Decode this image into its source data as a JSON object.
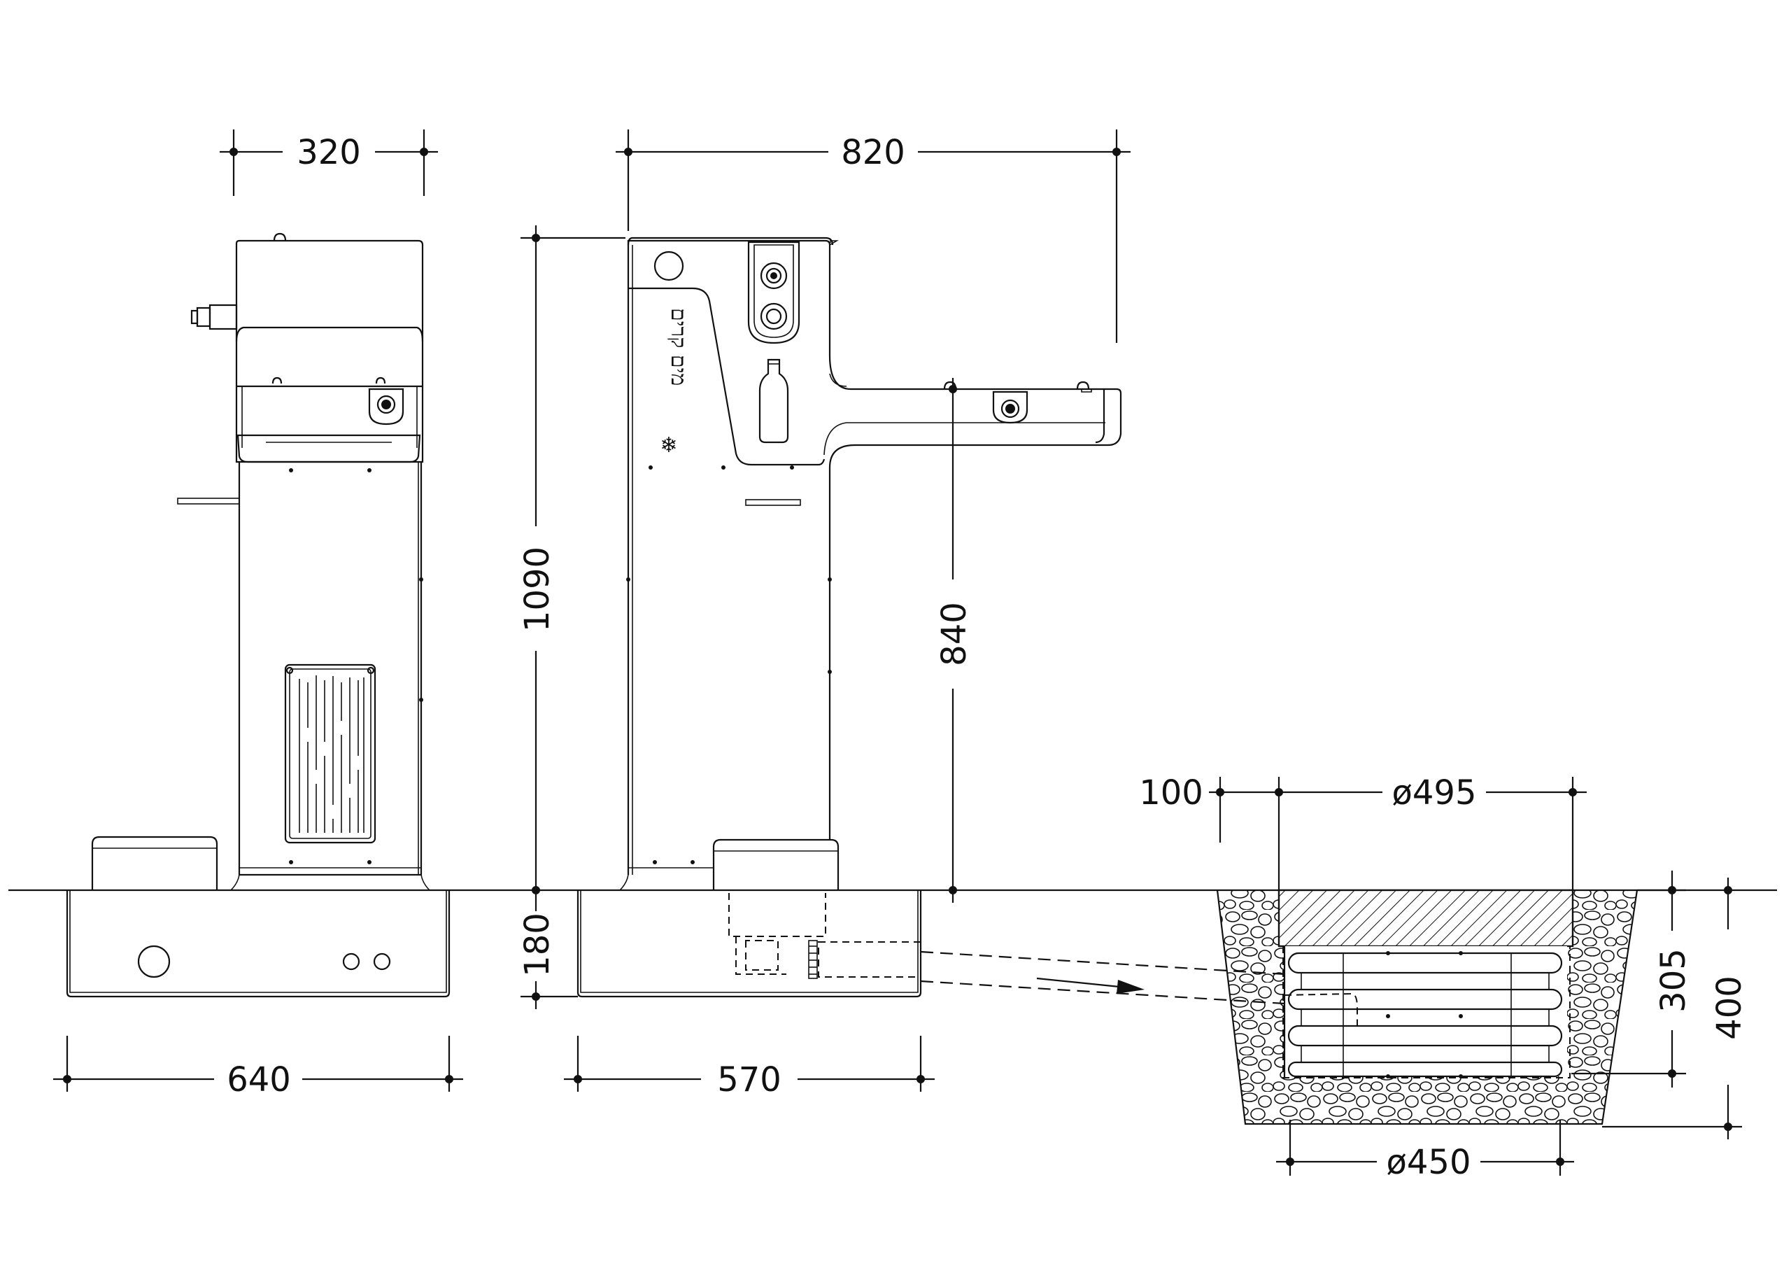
{
  "dimensions": {
    "front_width": "320",
    "side_depth": "820",
    "total_height": "1090",
    "spout_height": "840",
    "base_height": "180",
    "base_width_front": "640",
    "base_width_side": "570",
    "offset": "100",
    "tank_diameter_top": "ø495",
    "tank_diameter_bottom": "ø450",
    "tank_depth": "305",
    "pit_depth": "400"
  },
  "labels": {
    "brand_text": "מים קרים",
    "snowflake_icon": "❄"
  },
  "colors": {
    "line": "#111111",
    "background": "#ffffff"
  }
}
